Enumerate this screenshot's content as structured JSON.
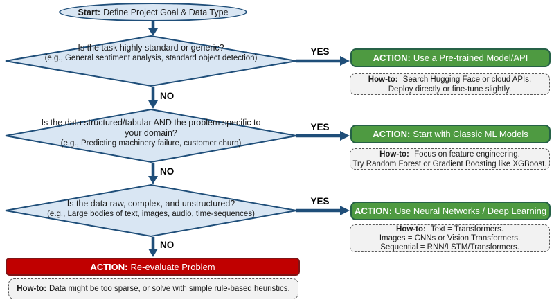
{
  "flowchart": {
    "start": {
      "label": "Start:",
      "text": "Define Project Goal & Data Type"
    },
    "decisions": [
      {
        "question": "Is the task highly standard or generic?",
        "example": "(e.g., General sentiment analysis, standard object detection)",
        "yes": "YES",
        "no": "NO"
      },
      {
        "question": "Is the data structured/tabular AND the problem specific to your domain?",
        "example": "(e.g., Predicting machinery failure, customer churn)",
        "yes": "YES",
        "no": "NO"
      },
      {
        "question": "Is the data raw, complex, and unstructured?",
        "example": "(e.g., Large bodies of text, images, audio, time-sequences)",
        "yes": "YES",
        "no": "NO"
      }
    ],
    "actions": [
      {
        "label": "ACTION:",
        "text": "Use a Pre-trained Model/API",
        "howto_label": "How-to:",
        "howto_lines": [
          "Search Hugging Face or cloud APIs.",
          "Deploy directly or fine-tune slightly."
        ]
      },
      {
        "label": "ACTION:",
        "text": "Start with Classic ML Models",
        "howto_label": "How-to:",
        "howto_lines": [
          "Focus on feature engineering.",
          "Try Random Forest or Gradient Boosting like XGBoost."
        ]
      },
      {
        "label": "ACTION:",
        "text": "Use Neural Networks / Deep Learning",
        "howto_label": "How-to:",
        "howto_lines": [
          "Text = Transformers.",
          "Images = CNNs or Vision Transformers.",
          "Sequential = RNN/LSTM/Transformers."
        ]
      }
    ],
    "fallback": {
      "label": "ACTION:",
      "text": "Re-evaluate Problem",
      "howto_label": "How-to:",
      "howto": "Data might be too sparse, or solve with simple rule-based heuristics."
    },
    "colors": {
      "node_fill": "#d9e6f3",
      "node_border": "#1f4e79",
      "arrow": "#1f4e79",
      "action_fill": "#4e9a41",
      "action_border": "#266147",
      "fallback_fill": "#c00000",
      "fallback_border": "#7f1416",
      "howto_fill": "#f2f2f2",
      "howto_border": "#595959"
    }
  }
}
